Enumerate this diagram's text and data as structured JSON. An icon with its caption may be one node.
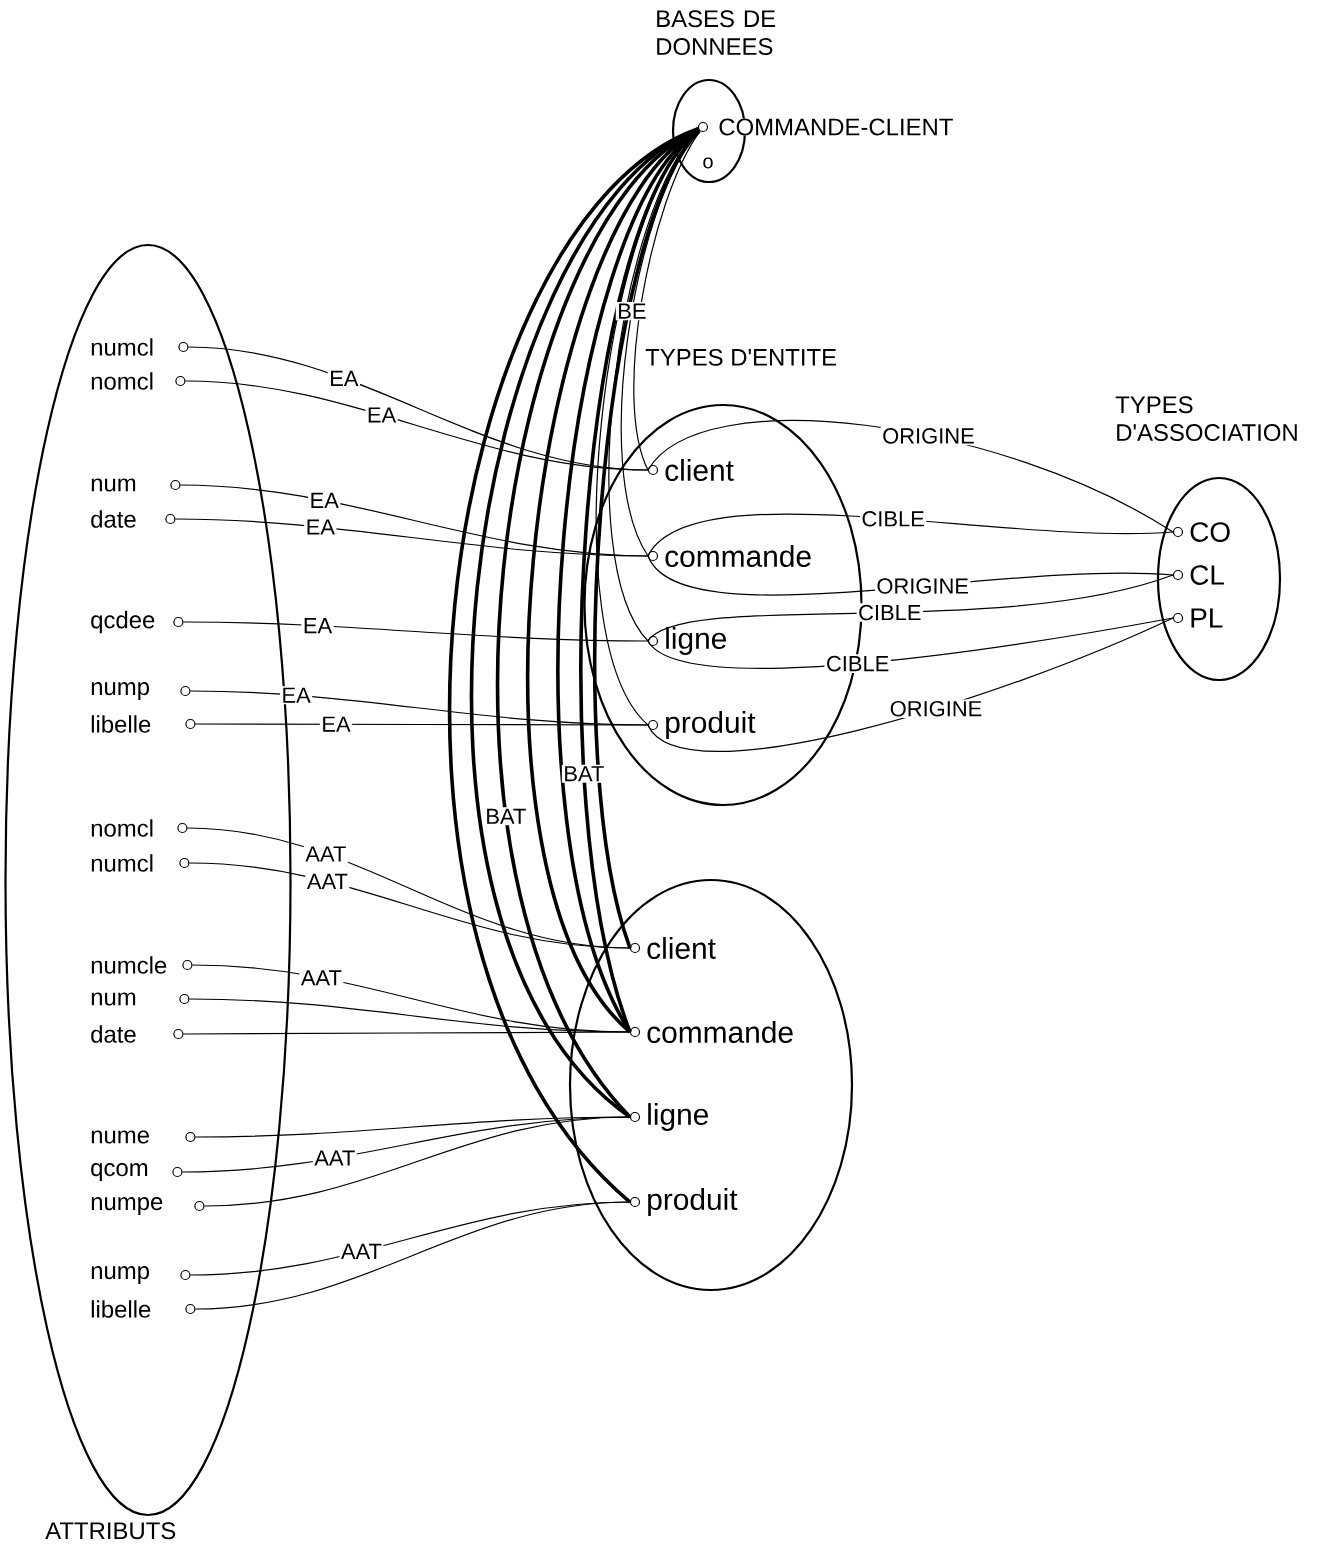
{
  "diagram": {
    "nodes": [
      {
        "text": [
          "BASES DE DONNEES"
        ]
      },
      {
        "text": [],
        "shape": "circle",
        "in": 0,
        "beside": [
          "COMMANDE-CLIENT"
        ]
      },
      {
        "text": [
          "TYPES D'ENTITE"
        ]
      },
      {
        "text": [
          "client"
        ],
        "in": 2
      },
      {
        "text": [
          "commande"
        ],
        "in": 2
      },
      {
        "text": [
          "ligne"
        ],
        "in": 2
      },
      {
        "text": [
          "produit"
        ],
        "in": 2
      },
      {
        "text": [
          "TYPES D'ASSOCIATION"
        ]
      },
      {
        "text": [
          "CO"
        ],
        "in": 7
      },
      {
        "text": [
          "CL"
        ],
        "in": 7
      },
      {
        "text": [
          "PL"
        ],
        "in": 7
      },
      {
        "text": [
          "ATTRIBUTS"
        ]
      },
      {
        "text": [
          "numcl"
        ],
        "in": 11
      },
      {
        "text": [
          "nomcl"
        ],
        "in": 11
      },
      {
        "text": [
          "num"
        ],
        "in": 11
      },
      {
        "text": [
          "date"
        ],
        "in": 11
      },
      {
        "text": [
          "qcdee"
        ],
        "in": 11
      },
      {
        "text": [
          "nump"
        ],
        "in": 11
      },
      {
        "text": [
          "libelle"
        ],
        "in": 11
      },
      {
        "text": [
          "nomcl"
        ],
        "in": 11
      },
      {
        "text": [
          "numcl"
        ],
        "in": 11
      },
      {
        "text": [
          "numcle"
        ],
        "in": 11
      },
      {
        "text": [
          "num"
        ],
        "in": 11
      },
      {
        "text": [
          "date"
        ],
        "in": 11
      },
      {
        "text": [
          "nume"
        ],
        "in": 11
      },
      {
        "text": [
          "qcom"
        ],
        "in": 11
      },
      {
        "text": [
          "numpe"
        ],
        "in": 11
      },
      {
        "text": [
          "nump"
        ],
        "in": 11
      },
      {
        "text": [
          "libelle"
        ],
        "in": 11
      },
      {
        "text": [],
        "shape": "ellipse"
      },
      {
        "text": [
          "client"
        ],
        "in": 29
      },
      {
        "text": [
          "commande"
        ],
        "in": 29
      },
      {
        "text": [
          "ligne"
        ],
        "in": 29
      },
      {
        "text": [
          "produit"
        ],
        "in": 29
      }
    ],
    "edges": [
      {
        "from": 12,
        "to": 3,
        "arrow": "none",
        "label": "EA"
      },
      {
        "from": 13,
        "to": 3,
        "arrow": "none",
        "label": "EA"
      },
      {
        "from": 14,
        "to": 4,
        "arrow": "none",
        "label": "EA"
      },
      {
        "from": 15,
        "to": 4,
        "arrow": "none",
        "label": "EA"
      },
      {
        "from": 16,
        "to": 5,
        "arrow": "none",
        "label": "EA"
      },
      {
        "from": 17,
        "to": 6,
        "arrow": "none",
        "label": "EA"
      },
      {
        "from": 18,
        "to": 6,
        "arrow": "none",
        "label": "EA"
      },
      {
        "from": 19,
        "to": 30,
        "arrow": "none",
        "label": "AAT"
      },
      {
        "from": 20,
        "to": 30,
        "arrow": "none",
        "label": "AAT"
      },
      {
        "from": 21,
        "to": 31,
        "arrow": "none",
        "label": "AAT"
      },
      {
        "from": 22,
        "to": 31,
        "arrow": "none"
      },
      {
        "from": 23,
        "to": 31,
        "arrow": "none"
      },
      {
        "from": 24,
        "to": 32,
        "arrow": "none"
      },
      {
        "from": 25,
        "to": 32,
        "arrow": "none",
        "label": "AAT"
      },
      {
        "from": 26,
        "to": 32,
        "arrow": "none"
      },
      {
        "from": 27,
        "to": 33,
        "arrow": "none",
        "label": "AAT"
      },
      {
        "from": 28,
        "to": 33,
        "arrow": "none"
      },
      {
        "from": 1,
        "to": 3,
        "arrow": "none"
      },
      {
        "from": 1,
        "to": 4,
        "arrow": "none",
        "label": "BE"
      },
      {
        "from": 1,
        "to": 5,
        "arrow": "none"
      },
      {
        "from": 1,
        "to": 6,
        "arrow": "none"
      },
      {
        "from": 1,
        "to": 30,
        "arrow": "none",
        "style": "thick"
      },
      {
        "from": 1,
        "to": 31,
        "arrow": "none",
        "style": "thick"
      },
      {
        "from": 1,
        "to": 31,
        "arrow": "none",
        "style": "thick",
        "label": "BAT"
      },
      {
        "from": 1,
        "to": 31,
        "arrow": "none",
        "style": "thick"
      },
      {
        "from": 1,
        "to": 32,
        "arrow": "none",
        "style": "thick",
        "label": "BAT"
      },
      {
        "from": 1,
        "to": 32,
        "arrow": "none",
        "style": "thick"
      },
      {
        "from": 1,
        "to": 33,
        "arrow": "none",
        "style": "thick"
      },
      {
        "from": 3,
        "to": 8,
        "arrow": "none",
        "label": "ORIGINE"
      },
      {
        "from": 4,
        "to": 8,
        "arrow": "none",
        "label": "CIBLE"
      },
      {
        "from": 4,
        "to": 9,
        "arrow": "none",
        "label": "ORIGINE"
      },
      {
        "from": 5,
        "to": 9,
        "arrow": "none",
        "label": "CIBLE"
      },
      {
        "from": 5,
        "to": 10,
        "arrow": "none",
        "label": "CIBLE"
      },
      {
        "from": 6,
        "to": 10,
        "arrow": "none",
        "label": "ORIGINE"
      }
    ],
    "labels": [
      "o"
    ]
  }
}
